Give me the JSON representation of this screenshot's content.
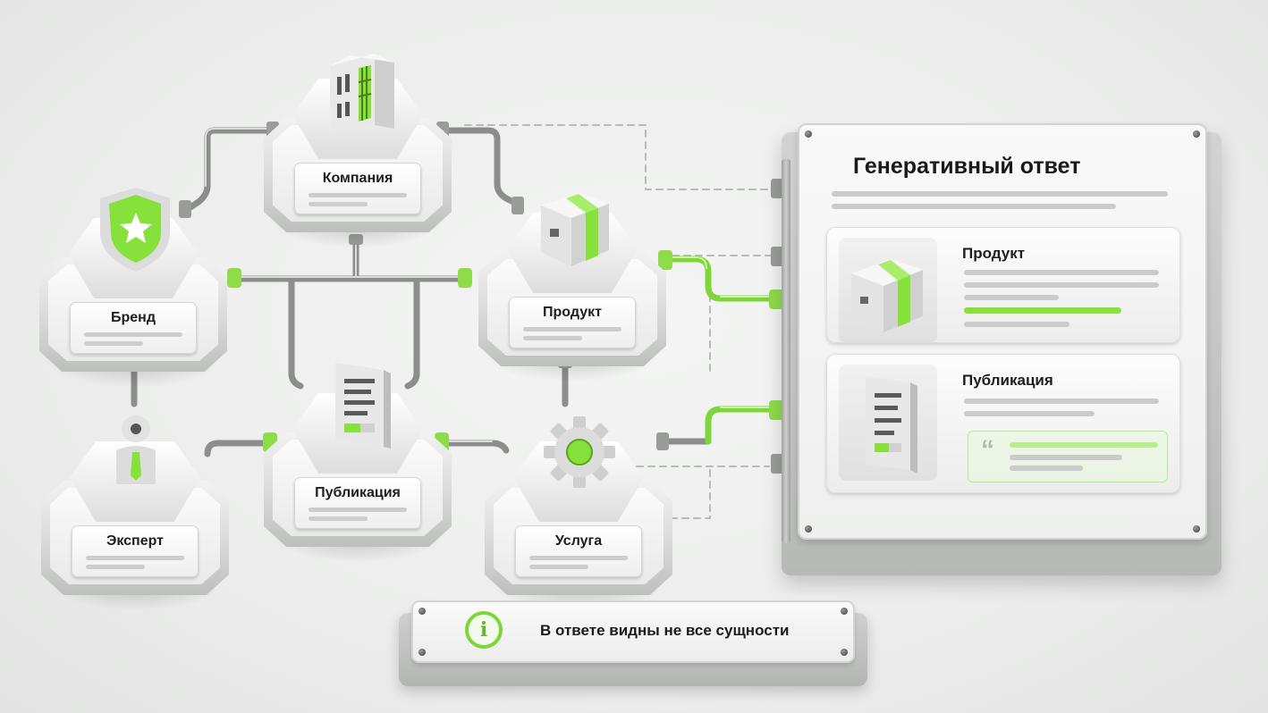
{
  "nodes": {
    "company": {
      "label": "Компания",
      "icon": "building-icon"
    },
    "brand": {
      "label": "Бренд",
      "icon": "shield-star-icon"
    },
    "product": {
      "label": "Продукт",
      "icon": "box-icon"
    },
    "expert": {
      "label": "Эксперт",
      "icon": "person-icon"
    },
    "publication": {
      "label": "Публикация",
      "icon": "document-icon"
    },
    "service": {
      "label": "Услуга",
      "icon": "gear-icon"
    }
  },
  "answer_panel": {
    "title": "Генеративный ответ",
    "cards": [
      {
        "title": "Продукт",
        "icon": "box-icon"
      },
      {
        "title": "Публикация",
        "icon": "document-icon"
      }
    ]
  },
  "notice": {
    "text": "В ответе видны не все сущности",
    "icon": "info-icon"
  },
  "colors": {
    "accent": "#86e23a",
    "pipe": "#8f918f",
    "plate": "#f4f4f4"
  }
}
